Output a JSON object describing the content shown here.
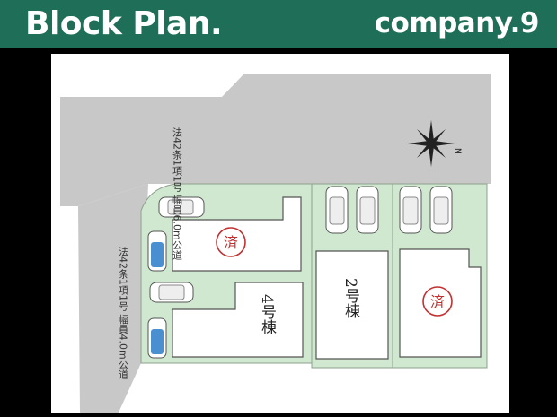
{
  "header": {
    "title": "Block Plan.",
    "company": "company.9"
  },
  "map": {
    "north_road_label": "法42条1項1号 幅員6.0m公道",
    "west_road_label": "法42条1項1号 幅員4.0m公道",
    "north_mark": "N",
    "sold_mark": "済",
    "lot_2_label": "2号棟",
    "lot_4_label": "4号棟"
  },
  "colors": {
    "banner": "#1f6f58",
    "road": "#c8c8c8",
    "lot_green": "#cfe8cf",
    "sold_red": "#c23030",
    "car_blue": "#4a90d0"
  }
}
